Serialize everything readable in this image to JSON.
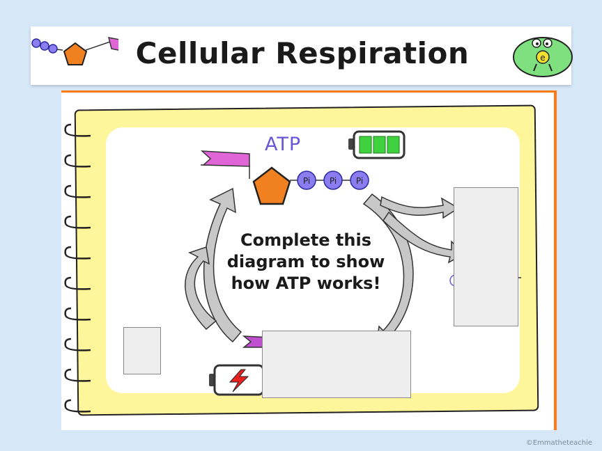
{
  "header": {
    "title": "Cellular Respiration"
  },
  "diagram": {
    "molecule_label": "ATP",
    "phosphate_label": "Pi",
    "instruction": "Complete this\ndiagram to show\nhow ATP works!"
  },
  "footer": {
    "credit": "©Emmatheteachie"
  },
  "colors": {
    "page_background": "#d6e8f8",
    "notepad_yellow": "#fff59a",
    "accent_orange": "#ff7a12",
    "phosphate_purple": "#8b7cf0",
    "ribbon_pink": "#e066d8",
    "battery_green": "#3fd13f",
    "battery_red": "#e82020",
    "mascot_green": "#7fe07f"
  },
  "icons": [
    "molecule-chain-icon",
    "mascot-icon",
    "full-battery-icon",
    "low-battery-icon",
    "pentagon-icon",
    "pink-ribbon-icon"
  ]
}
